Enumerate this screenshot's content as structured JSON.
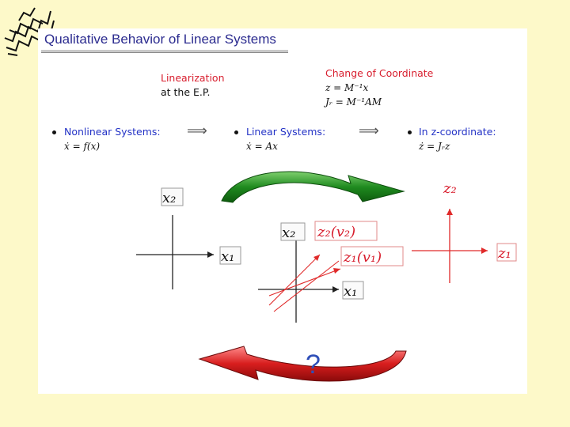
{
  "slide": {
    "title": "Qualitative Behavior of Linear Systems",
    "linearization": {
      "heading": "Linearization",
      "sub": "at the E.P."
    },
    "change_of_coordinate": {
      "heading": "Change of Coordinate",
      "eq1": "z = M⁻¹x",
      "eq2": "Jᵣ = M⁻¹AM"
    },
    "bullets": [
      {
        "label": "Nonlinear Systems:",
        "eq": "ẋ = f(x)"
      },
      {
        "label": "Linear Systems:",
        "eq": "ẋ = Ax"
      },
      {
        "label": "In z-coordinate:",
        "eq": "ż = Jᵣz"
      }
    ],
    "implies_arrow": "⟹",
    "diagram": {
      "left_axes": {
        "x_label": "x₁",
        "y_label": "x₂"
      },
      "center_axes": {
        "x_label": "x₁",
        "y_label": "x₂",
        "v1_label": "z₁(v₁)",
        "v2_label": "z₂(v₂)"
      },
      "right_axes": {
        "x_label": "z₁",
        "y_label": "z₂"
      },
      "question_mark": "?"
    },
    "colors": {
      "title": "#2b2b8f",
      "red_text": "#d81e2e",
      "blue_text": "#2433c6",
      "forward_arrow": "#1f8a1f",
      "backward_arrow": "#d81e1e",
      "page_background": "#fdf9c9"
    }
  }
}
